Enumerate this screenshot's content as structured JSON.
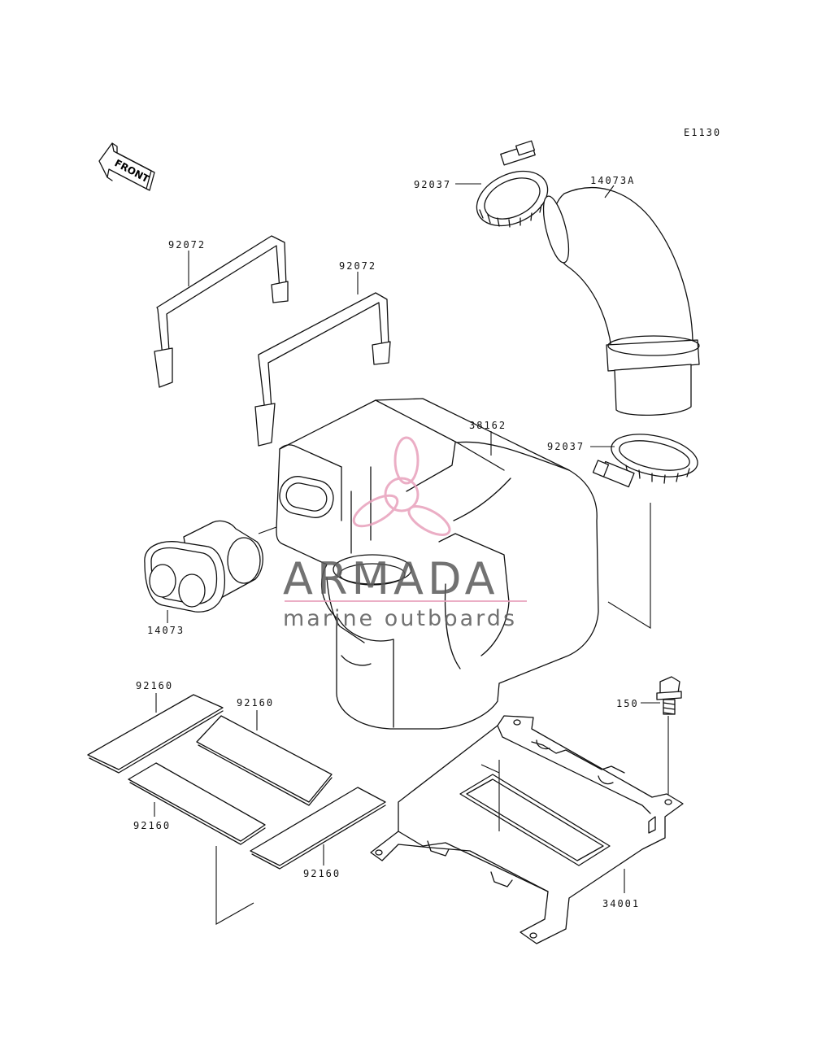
{
  "diagram_code": "E1130",
  "front_label": "FRONT",
  "parts": {
    "clamp_top": "92037",
    "clamp_right": "92037",
    "hose_elbow": "14073A",
    "strap_left": "92072",
    "strap_center": "92072",
    "case": "38162",
    "duct": "14073",
    "pad_top_left": "92160",
    "pad_top_right": "92160",
    "pad_bottom_left": "92160",
    "pad_bottom_right": "92160",
    "bolt": "150",
    "bracket": "34001"
  },
  "watermark": {
    "name": "ARMADA",
    "tagline": "marine outboards",
    "color_text": "#5a5a5a",
    "color_logo": "#e8a0bc"
  }
}
